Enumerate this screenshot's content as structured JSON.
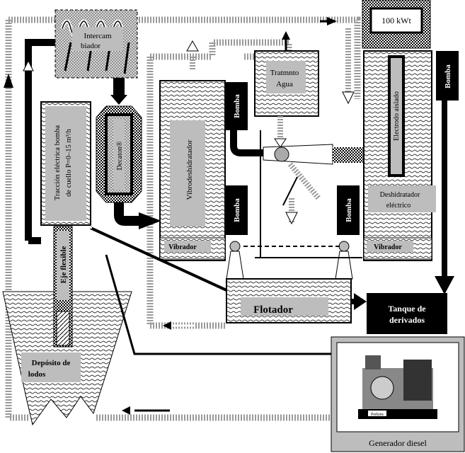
{
  "labels": {
    "power": "100 kWt",
    "intercambiador_line1": "Intercam",
    "intercambiador_line2": "biador",
    "tratamiento": "Tratmnto",
    "agua": "Agua",
    "decaton": "Decaton®",
    "vibrodeshidratador": "Vibrodeshidratador",
    "bomba": "Bomba",
    "electrodo": "Electrodo aislado",
    "deshidratador_line1": "Deshidratador",
    "deshidratador_line2": "eléctrico",
    "vibrador": "Vibrador",
    "traccion_line1": "Tracción eléctrica bomba",
    "traccion_line2": "de cuello P=0–15 m³/h",
    "eje": "Eje flexible",
    "flotador": "Flotador",
    "tanque_line1": "Tanque de",
    "tanque_line2": "derivados",
    "deposito_line1": "Depósito de",
    "deposito_line2": "lodos",
    "generador": "Generador diesel",
    "genset_brand": "Perkins"
  }
}
